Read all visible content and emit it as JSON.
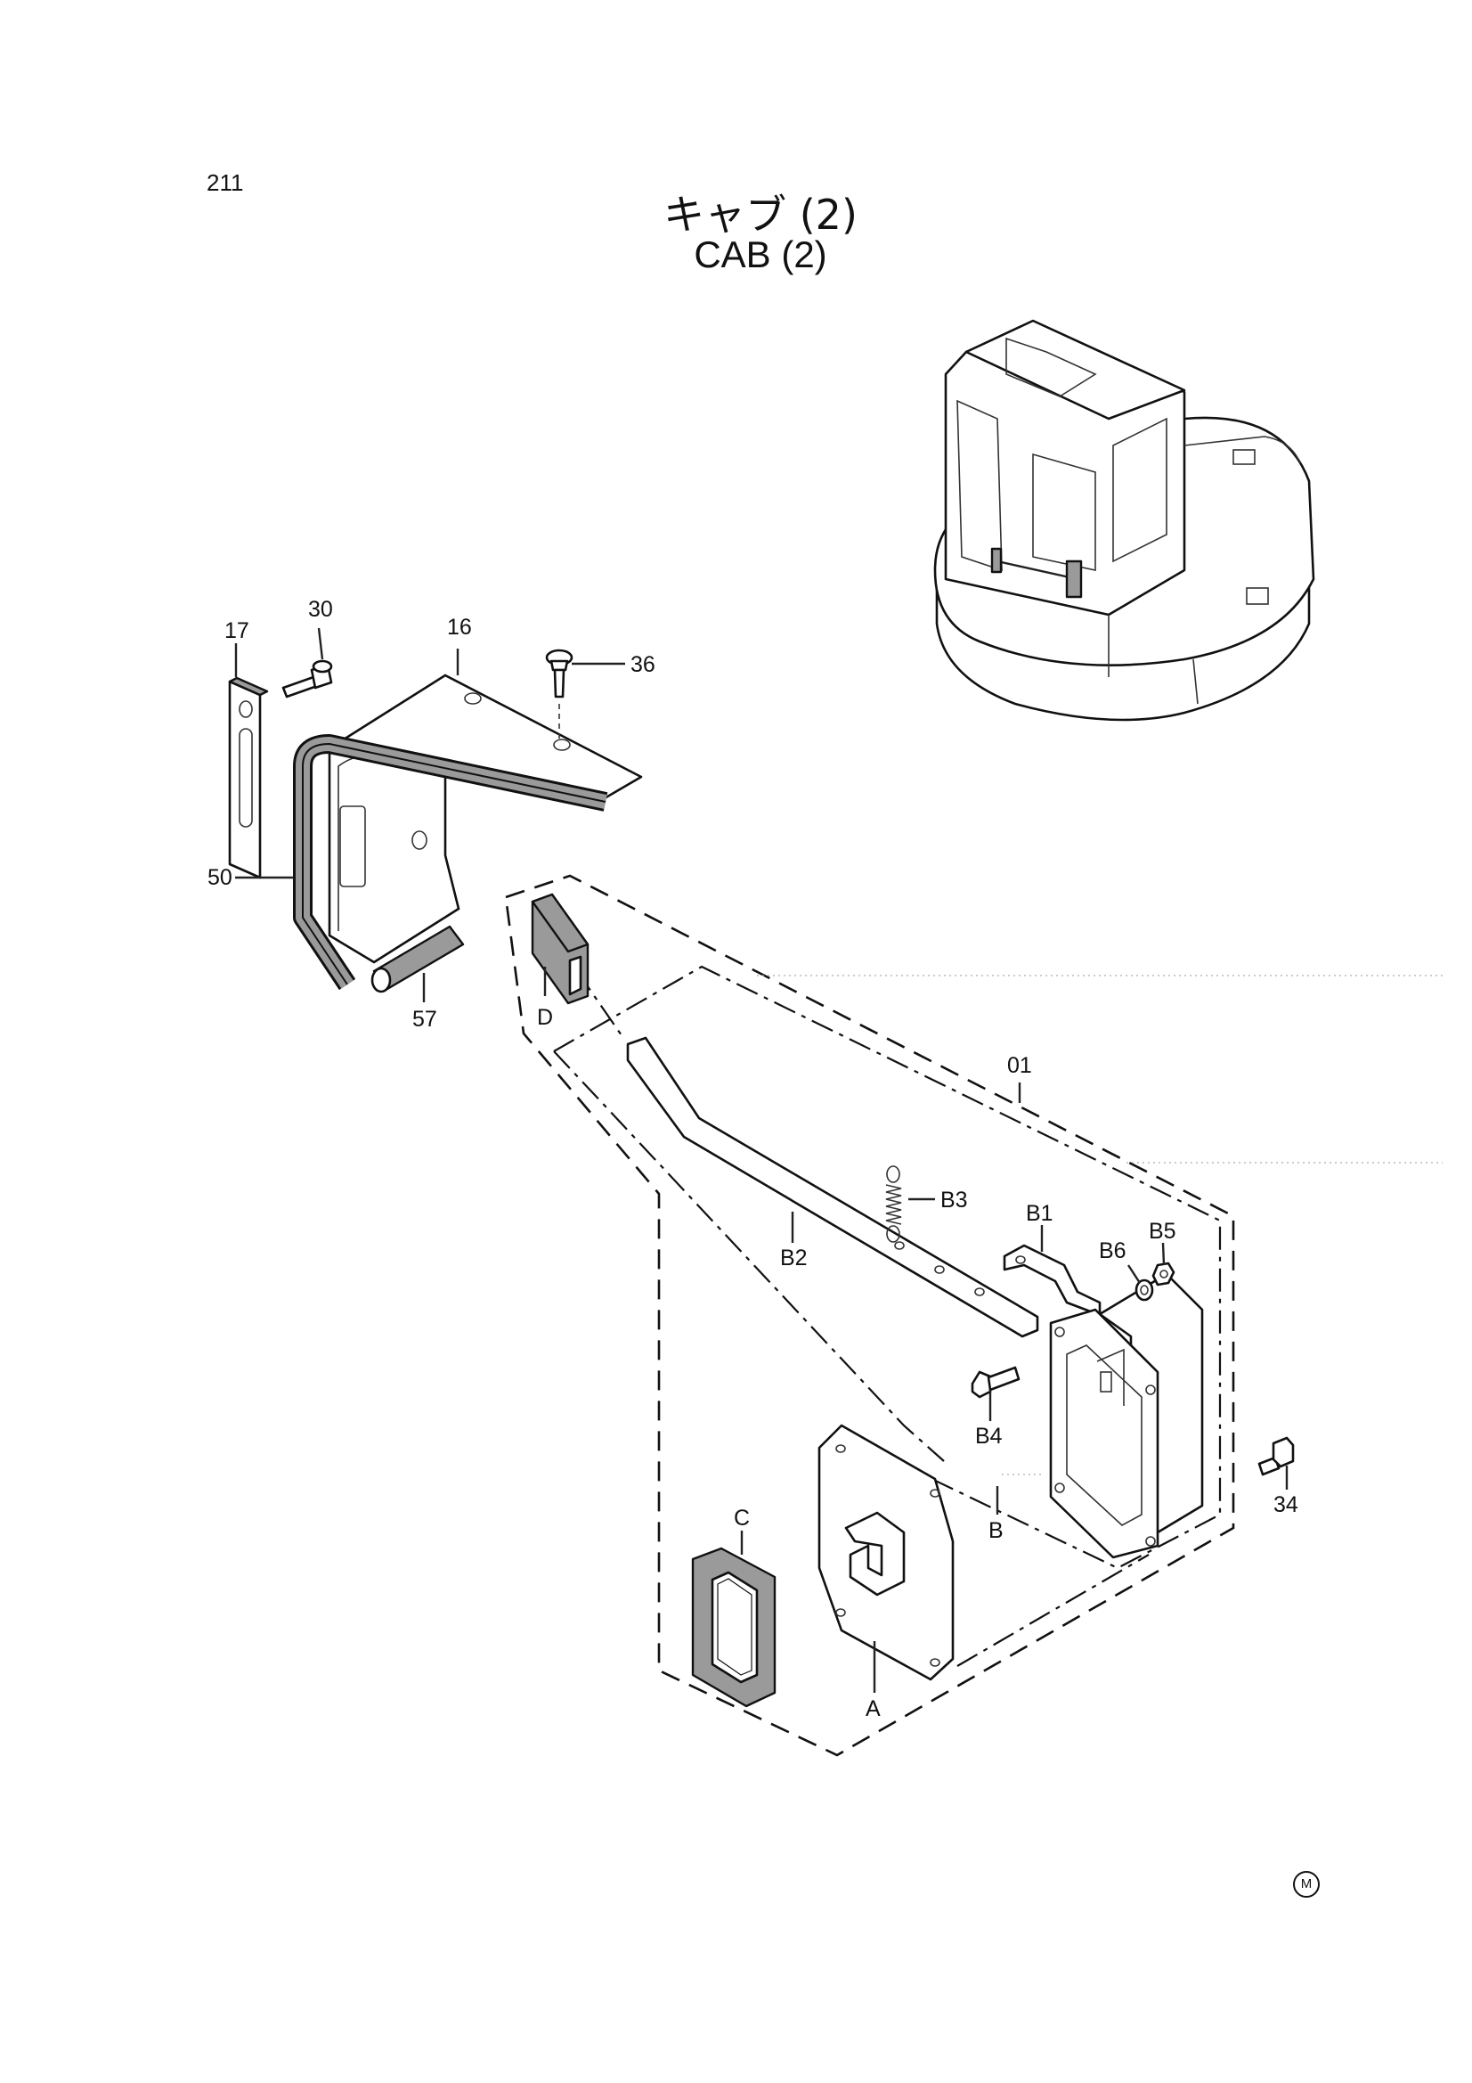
{
  "page": {
    "number": "211",
    "title_jp": "キャブ (2)",
    "title_en": "CAB (2)"
  },
  "callouts": {
    "c17": "17",
    "c30": "30",
    "c16": "16",
    "c36": "36",
    "c50": "50",
    "c57": "57",
    "cD": "D",
    "c01": "01",
    "cB3": "B3",
    "cB2": "B2",
    "cB1": "B1",
    "cB6": "B6",
    "cB5": "B5",
    "cB4": "B4",
    "c34": "34",
    "cB": "B",
    "cC": "C",
    "cA": "A"
  },
  "logo": {
    "mark": "M"
  }
}
